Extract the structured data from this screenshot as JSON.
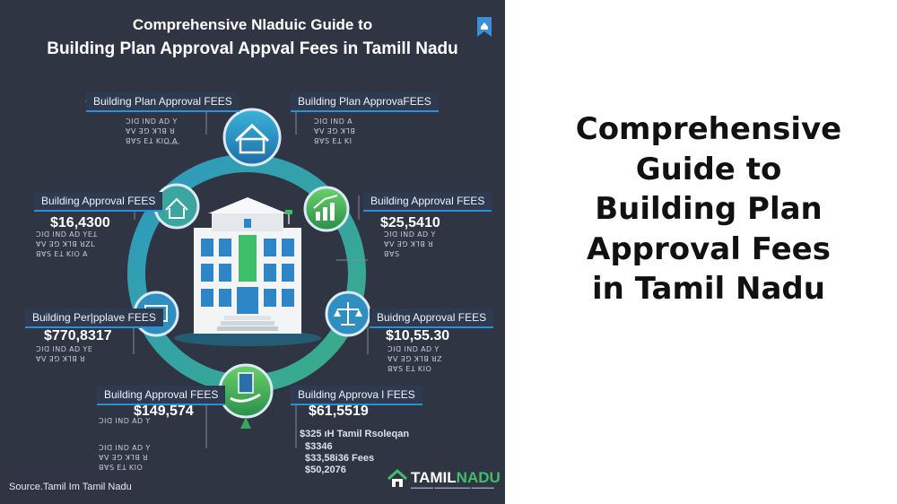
{
  "heading": "Comprehensive\nGuide to\nBuilding Plan\nApproval Fees\nin Tamil Nadu",
  "infographic": {
    "title_line1": "Comprehensive Nladuic Guide to",
    "title_line2": "Building Plan Approval Appval Fees in Tamill Nadu",
    "labels": {
      "top_left": "Building Plan Approval FEES",
      "top_right": "Building Plan ApprovaFEES",
      "mid_left": "Building Approval FEES",
      "mid_right": "Building Approval FEES",
      "low_left": "Building Per|pplave FEES",
      "low_right": "Buidng Approval FEES",
      "bottom_left": "Building Approval FEES",
      "bottom_right": "Building Approva l FEES"
    },
    "amounts": {
      "mid_left": "$16,4300",
      "mid_right": "$25,5410",
      "low_left": "$770,8317",
      "low_right": "$10,55.30",
      "bottom_left": "$149,574",
      "bottom_right": "$61,5519"
    },
    "extra_lines": [
      "$325 ıH Tamil Rsoleqan",
      "$3346",
      "$33,58i36 Fees",
      "$50,2076"
    ],
    "source": "Source.Tamil  Im Tamil Nadu",
    "logo": {
      "part1": "TAMIL",
      "part2": "NADU"
    }
  },
  "colors": {
    "panel": "#2f3542",
    "ring": "#3a9fb0",
    "accent_blue": "#2b8fd6",
    "accent_green": "#3fbf69"
  },
  "icons": [
    "house-icon",
    "hands-house-icon",
    "chart-house-icon",
    "blueprint-icon",
    "scale-icon",
    "hand-building-icon",
    "government-building-icon",
    "bookmark-icon",
    "logo-house-icon"
  ]
}
